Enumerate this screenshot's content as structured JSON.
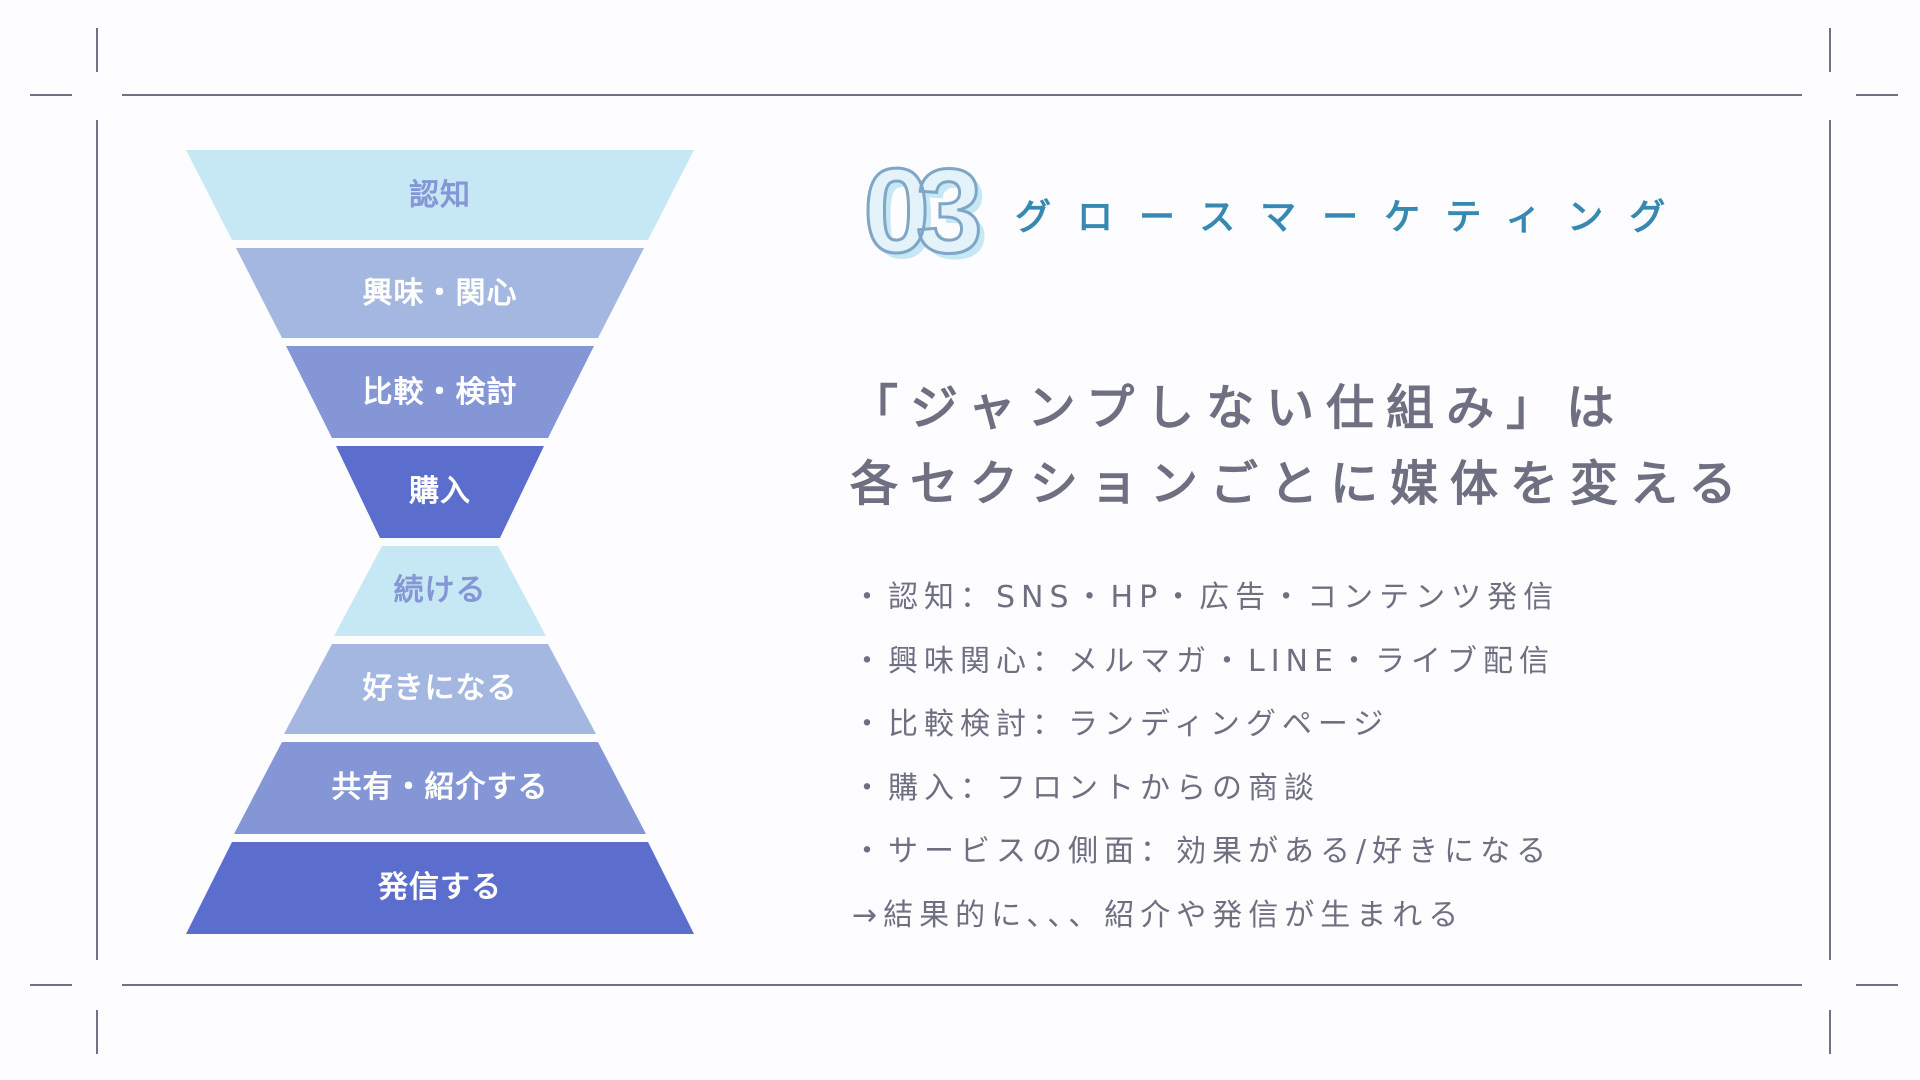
{
  "colors": {
    "frame": "#6f7185",
    "layer_light": "#c5e8f4",
    "layer_mid": "#a4b7e0",
    "layer_dark": "#8596d6",
    "layer_darkest": "#5b6dcd",
    "label_on_light": "#8596d6",
    "label_on_dark": "#ffffff",
    "title_blue": "#3789b2",
    "number_fill": "#e3f3f9",
    "number_stroke": "#7fa6c6",
    "text_gray": "#6e7082"
  },
  "funnel": {
    "top_layers": [
      "認知",
      "興味・関心",
      "比較・検討",
      "購入"
    ],
    "bottom_layers": [
      "続ける",
      "好きになる",
      "共有・紹介する",
      "発信する"
    ]
  },
  "section": {
    "number": "03",
    "title": "グロースマーケティング"
  },
  "headline": {
    "line1": "「ジャンプしない仕組み」は",
    "line2": "各セクションごとに媒体を変える"
  },
  "bullets": [
    "・認知：SNS・HP・広告・コンテンツ発信",
    "・興味関心：メルマガ・LINE・ライブ配信",
    "・比較検討：ランディングページ",
    "・購入：フロントからの商談",
    "・サービスの側面：効果がある/好きになる",
    "→結果的に、、、紹介や発信が生まれる"
  ]
}
